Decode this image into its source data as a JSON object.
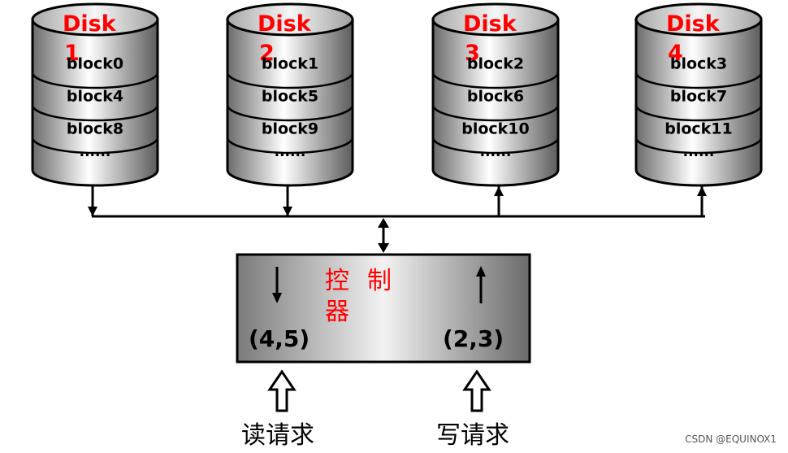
{
  "colors": {
    "disk_label": "#ff0000",
    "controller_label": "#ff0000",
    "line": "#000000"
  },
  "disks": [
    {
      "title": "Disk",
      "number": "1",
      "blocks": [
        "block0",
        "block4",
        "block8"
      ],
      "more": "......",
      "link_direction": "down"
    },
    {
      "title": "Disk",
      "number": "2",
      "blocks": [
        "block1",
        "block5",
        "block9"
      ],
      "more": "......",
      "link_direction": "down"
    },
    {
      "title": "Disk",
      "number": "3",
      "blocks": [
        "block2",
        "block6",
        "block10"
      ],
      "more": "......",
      "link_direction": "up"
    },
    {
      "title": "Disk",
      "number": "4",
      "blocks": [
        "block3",
        "block7",
        "block11"
      ],
      "more": "......",
      "link_direction": "up"
    }
  ],
  "controller": {
    "title_chars": [
      "控",
      "制",
      "器"
    ],
    "read_request": "(4,5)",
    "write_request": "(2,3)"
  },
  "requests": {
    "read": "读请求",
    "write": "写请求"
  },
  "watermark": "CSDN @EQUINOX1"
}
